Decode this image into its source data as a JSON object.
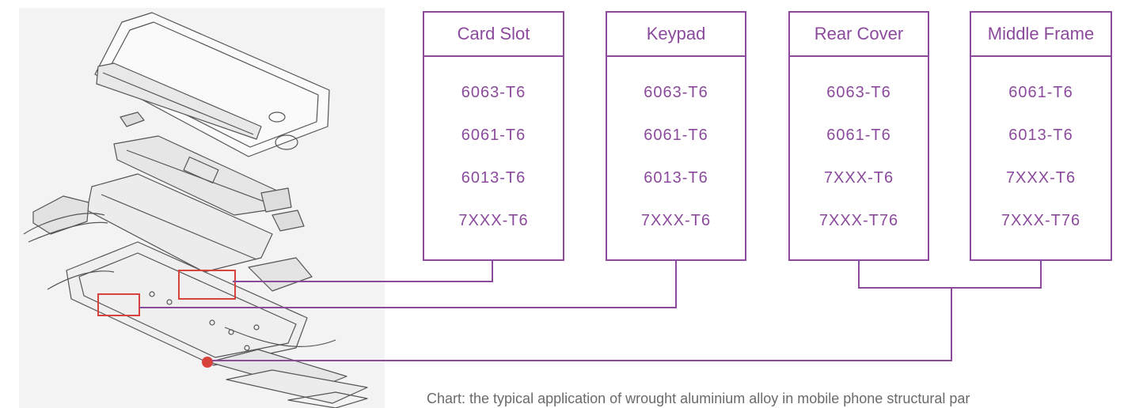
{
  "boxes": [
    {
      "title": "Card Slot",
      "alloys": [
        "6063-T6",
        "6061-T6",
        "6013-T6",
        "7XXX-T6"
      ]
    },
    {
      "title": "Keypad",
      "alloys": [
        "6063-T6",
        "6061-T6",
        "6013-T6",
        "7XXX-T6"
      ]
    },
    {
      "title": "Rear Cover",
      "alloys": [
        "6063-T6",
        "6061-T6",
        "7XXX-T6",
        "7XXX-T76"
      ]
    },
    {
      "title": "Middle Frame",
      "alloys": [
        "6061-T6",
        "6013-T6",
        "7XXX-T6",
        "7XXX-T76"
      ]
    }
  ],
  "caption": "Chart: the typical application of wrought aluminium alloy in mobile phone structural par",
  "colors": {
    "accent": "#8b4a9c",
    "highlight": "#d9423b",
    "panel": "#f3f3f3"
  },
  "illustration": {
    "icon": "exploded-phone-icon"
  }
}
